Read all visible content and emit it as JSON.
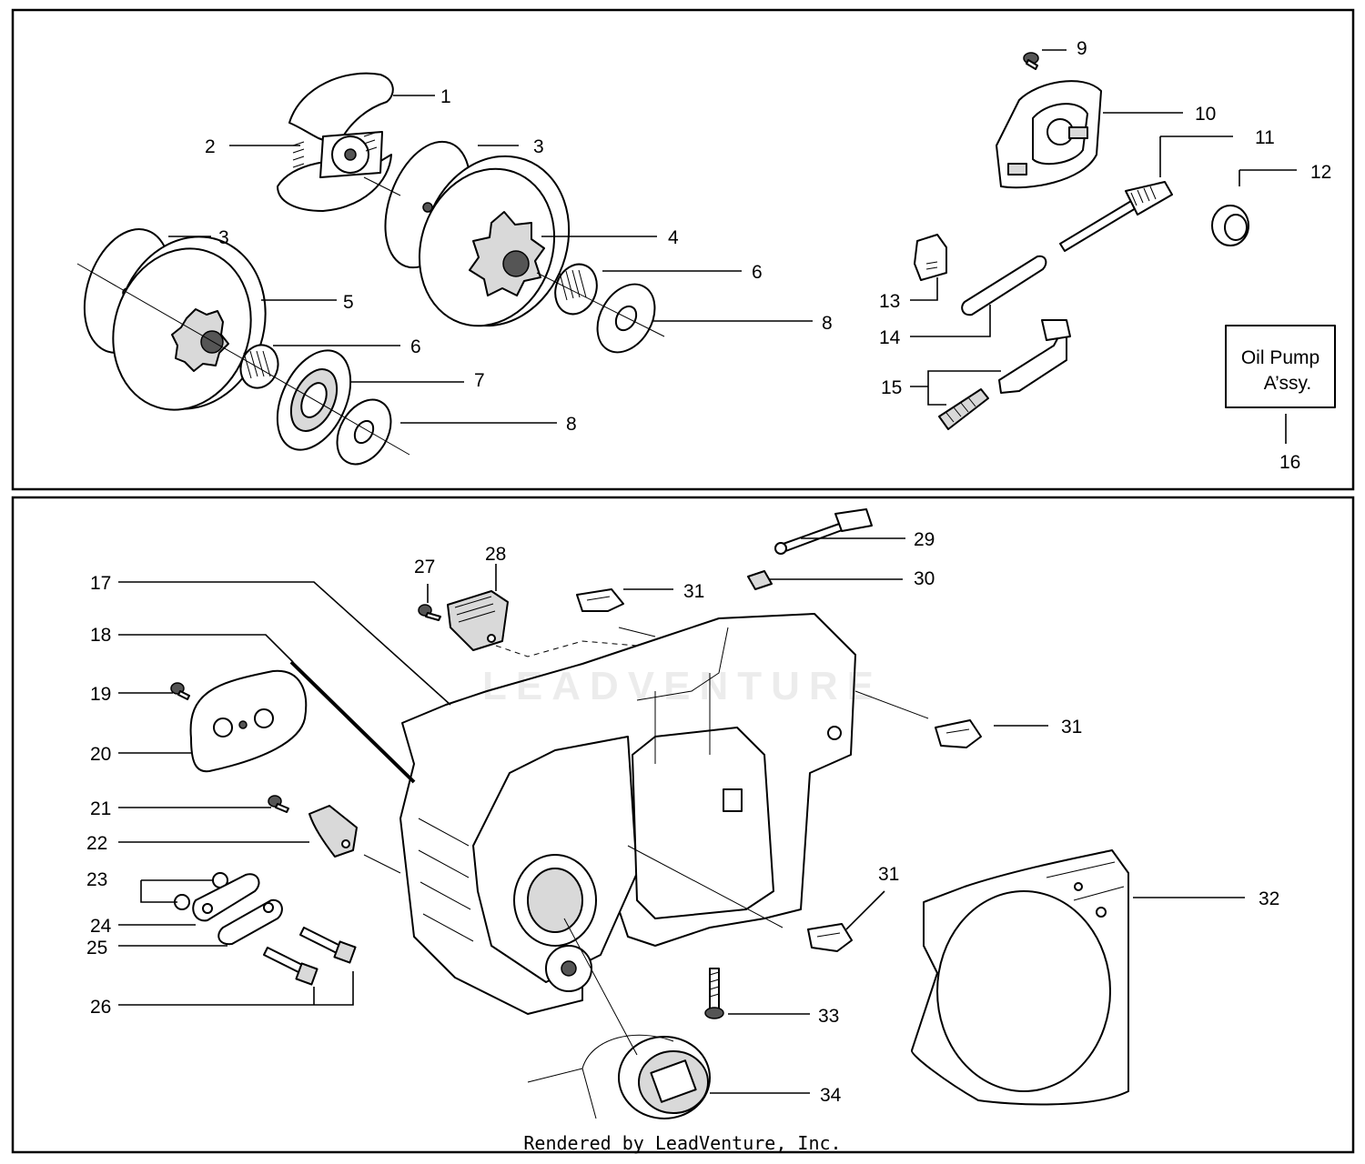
{
  "callouts": [
    "1",
    "2",
    "3",
    "3",
    "4",
    "5",
    "6",
    "6",
    "7",
    "8",
    "8",
    "9",
    "10",
    "11",
    "12",
    "13",
    "14",
    "15",
    "16",
    "17",
    "18",
    "19",
    "20",
    "21",
    "22",
    "23",
    "24",
    "25",
    "26",
    "27",
    "28",
    "29",
    "30",
    "31",
    "31",
    "31",
    "32",
    "33",
    "34"
  ],
  "oil_pump_box": {
    "line1": "Oil Pump",
    "line2": "A’ssy."
  },
  "watermark": "LEADVENTURE",
  "footer": "Rendered by LeadVenture, Inc."
}
